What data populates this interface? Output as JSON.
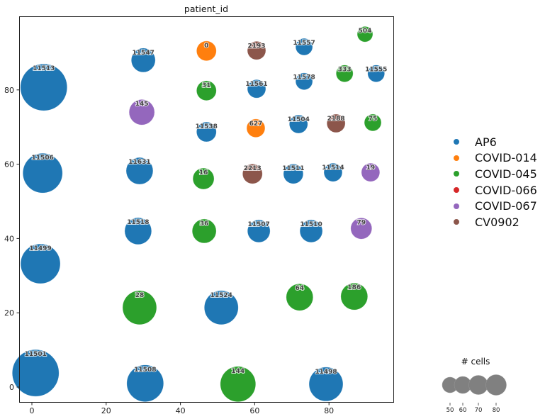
{
  "chart_data": {
    "type": "scatter",
    "title": "patient_id",
    "xlabel": "",
    "ylabel": "",
    "xlim": [
      -3.5,
      97.5
    ],
    "ylim": [
      -3.8,
      100
    ],
    "xticks": [
      0,
      20,
      40,
      60,
      80
    ],
    "yticks": [
      0,
      20,
      40,
      60,
      80
    ],
    "grid": false,
    "legend_position": "right",
    "size_legend": {
      "title": "# cells",
      "values": [
        50,
        60,
        70,
        80
      ]
    },
    "series": [
      {
        "name": "AP6",
        "color": "#1f77b4"
      },
      {
        "name": "COVID-014",
        "color": "#ff7f0e"
      },
      {
        "name": "COVID-045",
        "color": "#2ca02c"
      },
      {
        "name": "COVID-066",
        "color": "#d62728"
      },
      {
        "name": "COVID-067",
        "color": "#9467bd"
      },
      {
        "name": "CV0902",
        "color": "#8c564b"
      }
    ],
    "points": [
      {
        "label": "11513",
        "group": "AP6",
        "x": 3.2,
        "y": 80.7,
        "r": 33
      },
      {
        "label": "11547",
        "group": "AP6",
        "x": 30.0,
        "y": 88.0,
        "r": 17
      },
      {
        "label": "0",
        "group": "COVID-014",
        "x": 47.0,
        "y": 90.5,
        "r": 14
      },
      {
        "label": "2193",
        "group": "CV0902",
        "x": 60.5,
        "y": 90.6,
        "r": 13
      },
      {
        "label": "11557",
        "group": "AP6",
        "x": 73.3,
        "y": 91.6,
        "r": 12
      },
      {
        "label": "504",
        "group": "COVID-045",
        "x": 89.7,
        "y": 95.0,
        "r": 11
      },
      {
        "label": "31",
        "group": "COVID-045",
        "x": 47.0,
        "y": 79.8,
        "r": 14
      },
      {
        "label": "11561",
        "group": "AP6",
        "x": 60.5,
        "y": 80.3,
        "r": 13
      },
      {
        "label": "11578",
        "group": "AP6",
        "x": 73.3,
        "y": 82.3,
        "r": 12
      },
      {
        "label": "333",
        "group": "COVID-045",
        "x": 84.2,
        "y": 84.4,
        "r": 12
      },
      {
        "label": "11555",
        "group": "AP6",
        "x": 92.7,
        "y": 84.4,
        "r": 12
      },
      {
        "label": "145",
        "group": "COVID-067",
        "x": 29.6,
        "y": 74.0,
        "r": 18
      },
      {
        "label": "11538",
        "group": "AP6",
        "x": 47.0,
        "y": 68.7,
        "r": 14
      },
      {
        "label": "627",
        "group": "COVID-014",
        "x": 60.3,
        "y": 69.7,
        "r": 13
      },
      {
        "label": "11504",
        "group": "AP6",
        "x": 71.8,
        "y": 70.8,
        "r": 13
      },
      {
        "label": "2188",
        "group": "CV0902",
        "x": 81.9,
        "y": 71.0,
        "r": 13
      },
      {
        "label": "75",
        "group": "COVID-045",
        "x": 91.8,
        "y": 71.2,
        "r": 12
      },
      {
        "label": "11506",
        "group": "AP6",
        "x": 2.9,
        "y": 57.6,
        "r": 28
      },
      {
        "label": "11631",
        "group": "AP6",
        "x": 29.0,
        "y": 58.2,
        "r": 19
      },
      {
        "label": "16",
        "group": "COVID-045",
        "x": 46.2,
        "y": 56.1,
        "r": 15
      },
      {
        "label": "2213",
        "group": "CV0902",
        "x": 59.4,
        "y": 57.4,
        "r": 14
      },
      {
        "label": "11511",
        "group": "AP6",
        "x": 70.4,
        "y": 57.4,
        "r": 14
      },
      {
        "label": "11514",
        "group": "AP6",
        "x": 81.1,
        "y": 57.8,
        "r": 13
      },
      {
        "label": "19",
        "group": "COVID-067",
        "x": 91.2,
        "y": 57.8,
        "r": 13
      },
      {
        "label": "11518",
        "group": "AP6",
        "x": 28.6,
        "y": 42.0,
        "r": 19
      },
      {
        "label": "36",
        "group": "COVID-045",
        "x": 46.4,
        "y": 42.0,
        "r": 17
      },
      {
        "label": "11507",
        "group": "AP6",
        "x": 61.1,
        "y": 42.0,
        "r": 16
      },
      {
        "label": "11510",
        "group": "AP6",
        "x": 75.2,
        "y": 42.0,
        "r": 16
      },
      {
        "label": "79",
        "group": "COVID-067",
        "x": 88.7,
        "y": 42.7,
        "r": 15
      },
      {
        "label": "11499",
        "group": "AP6",
        "x": 2.3,
        "y": 33.2,
        "r": 28
      },
      {
        "label": "28",
        "group": "COVID-045",
        "x": 29.0,
        "y": 21.4,
        "r": 24
      },
      {
        "label": "11524",
        "group": "AP6",
        "x": 51.0,
        "y": 21.4,
        "r": 24
      },
      {
        "label": "64",
        "group": "COVID-045",
        "x": 72.1,
        "y": 24.2,
        "r": 19
      },
      {
        "label": "186",
        "group": "COVID-045",
        "x": 86.8,
        "y": 24.4,
        "r": 19
      },
      {
        "label": "11501",
        "group": "AP6",
        "x": 1.0,
        "y": 3.8,
        "r": 33
      },
      {
        "label": "11508",
        "group": "AP6",
        "x": 30.5,
        "y": 1.0,
        "r": 26
      },
      {
        "label": "144",
        "group": "COVID-045",
        "x": 55.5,
        "y": 0.8,
        "r": 25
      },
      {
        "label": "11498",
        "group": "AP6",
        "x": 79.2,
        "y": 0.8,
        "r": 24
      }
    ]
  },
  "legend": {
    "items": [
      {
        "label": "AP6",
        "color": "#1f77b4"
      },
      {
        "label": "COVID-014",
        "color": "#ff7f0e"
      },
      {
        "label": "COVID-045",
        "color": "#2ca02c"
      },
      {
        "label": "COVID-066",
        "color": "#d62728"
      },
      {
        "label": "COVID-067",
        "color": "#9467bd"
      },
      {
        "label": "CV0902",
        "color": "#8c564b"
      }
    ]
  },
  "size_legend": {
    "title": "# cells",
    "ticks": [
      "50",
      "60",
      "70",
      "80"
    ]
  }
}
